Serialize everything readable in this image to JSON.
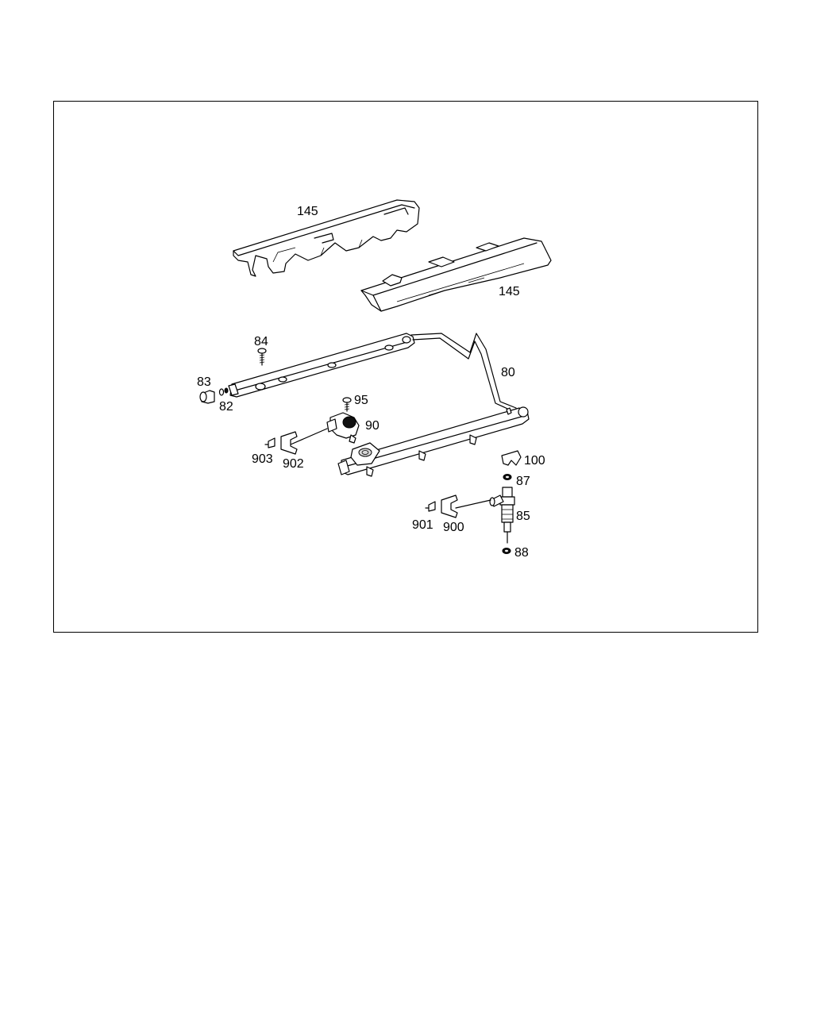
{
  "labels": {
    "cover_upper": "145",
    "cover_lower": "145",
    "fuel_line": "80",
    "screw_rail": "84",
    "cap": "83",
    "seal_ring": "82",
    "screw_sensor": "95",
    "pressure_sensor": "90",
    "connector_sensor_pin": "903",
    "connector_sensor_housing": "902",
    "clip": "100",
    "o_ring_upper": "87",
    "injector": "85",
    "o_ring_lower": "88",
    "connector_injector_pin": "901",
    "connector_injector_housing": "900"
  }
}
